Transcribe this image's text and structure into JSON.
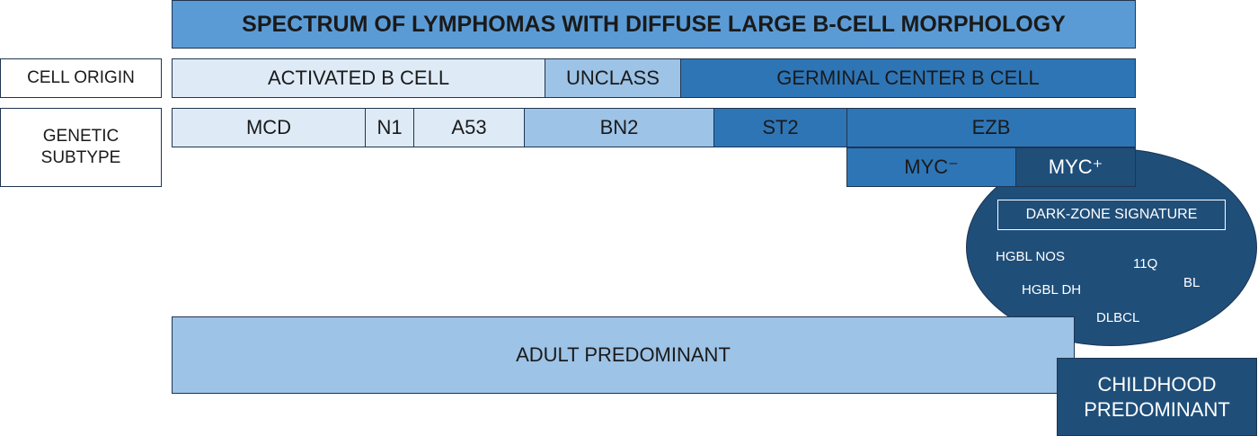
{
  "title": "SPECTRUM OF LYMPHOMAS WITH DIFFUSE LARGE B-CELL MORPHOLOGY",
  "row_labels": {
    "cell_origin": "CELL ORIGIN",
    "genetic_subtype_line1": "GENETIC",
    "genetic_subtype_line2": "SUBTYPE"
  },
  "cell_origin": {
    "activated": "ACTIVATED B CELL",
    "unclass": "UNCLASS",
    "germinal": "GERMINAL CENTER B CELL"
  },
  "genetic_subtypes": {
    "mcd": "MCD",
    "n1": "N1",
    "a53": "A53",
    "bn2": "BN2",
    "st2": "ST2",
    "ezb": "EZB"
  },
  "myc": {
    "negative": "MYC⁻",
    "positive": "MYC⁺"
  },
  "dark_zone": {
    "signature": "DARK-ZONE SIGNATURE",
    "hgbl_nos": "HGBL NOS",
    "q11": "11Q",
    "hgbl_dh": "HGBL DH",
    "bl": "BL",
    "dlbcl": "DLBCL"
  },
  "age": {
    "adult": "ADULT PREDOMINANT",
    "childhood_line1": "CHILDHOOD",
    "childhood_line2": "PREDOMINANT"
  },
  "colors": {
    "lightest_blue": "#deebf7",
    "light_blue": "#9dc3e6",
    "mid_blue": "#2e75b6",
    "dark_blue": "#1f4e79",
    "title_blue": "#5b9bd5"
  }
}
